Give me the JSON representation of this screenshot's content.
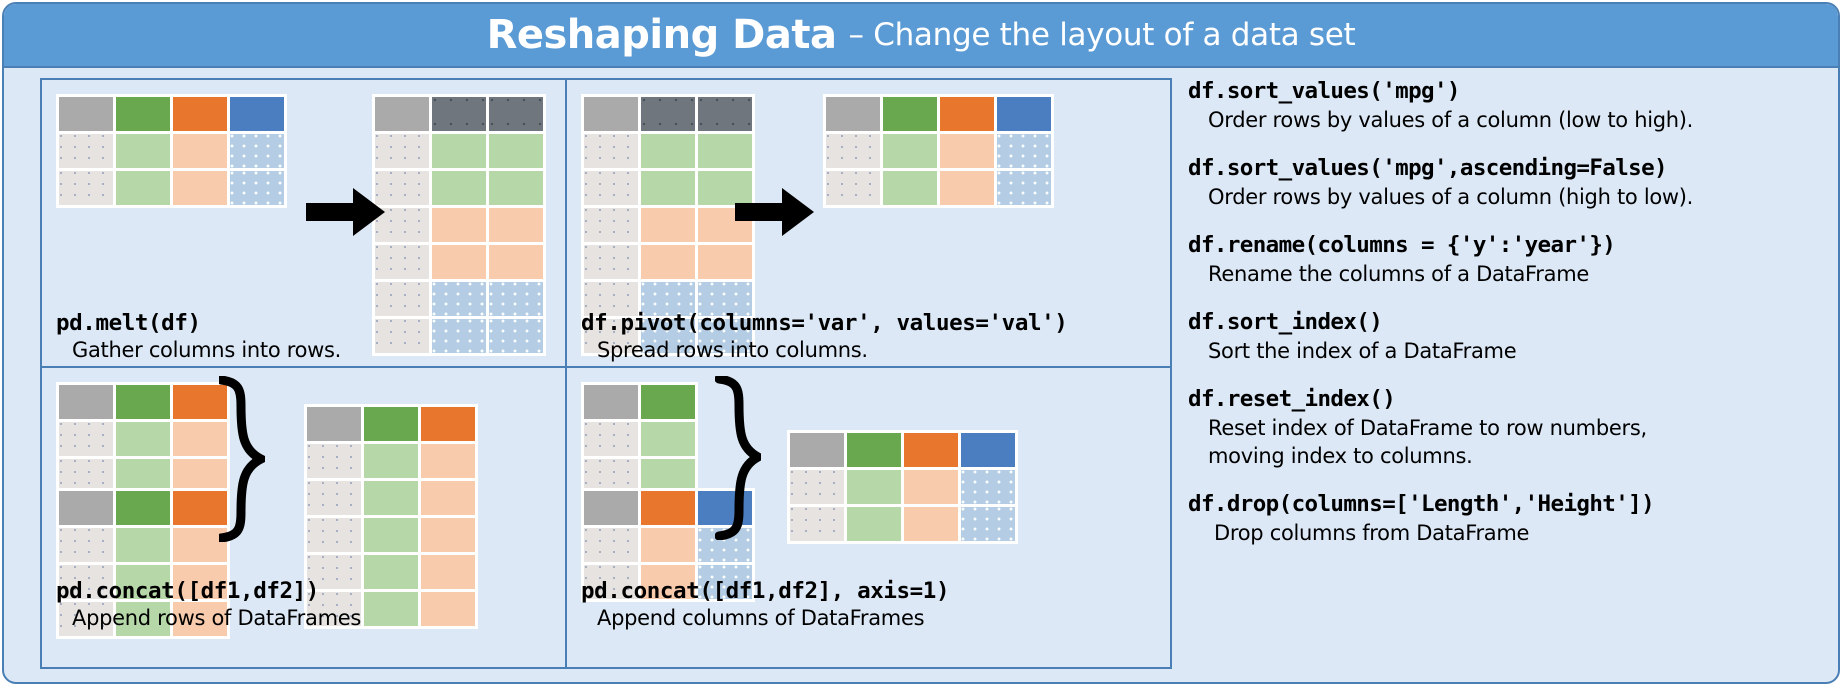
{
  "header": {
    "title": "Reshaping Data",
    "subtitle": "– Change the layout of a data set",
    "bar_color": "#5b9bd5",
    "title_color": "#ffffff"
  },
  "theme": {
    "page_background": "#dce8f6",
    "border_color": "#4a7fb5",
    "grey_header": "#aaaaaa",
    "grey_header_dark": "#70767e",
    "green_header": "#6aa84f",
    "orange_header": "#e8762c",
    "blue_header": "#4a7ec1",
    "grey_body": "#e6e3e0",
    "green_body": "#b6d7a8",
    "orange_body": "#f9cbad",
    "blue_body": "#b4cde4"
  },
  "panels": [
    {
      "id": "melt",
      "code": "pd.melt(df)",
      "desc": "Gather columns into rows.",
      "arrow": "right-arrow",
      "source_table": {
        "rows": 3,
        "cols": 4,
        "header": [
          "grey",
          "green",
          "orange",
          "blue"
        ],
        "body": [
          "grey-dots",
          "green",
          "orange",
          "blue-dots"
        ]
      },
      "result_table": {
        "rows": 7,
        "cols": 3,
        "header": [
          "grey",
          "grey-dark",
          "grey-dark"
        ],
        "body_groups": [
          "green",
          "green",
          "orange",
          "orange",
          "blue",
          "blue"
        ]
      }
    },
    {
      "id": "pivot",
      "code": "df.pivot(columns='var', values='val')",
      "desc": "Spread rows into columns.",
      "arrow": "right-arrow",
      "source_table": {
        "rows": 7,
        "cols": 3,
        "header": [
          "grey",
          "grey-dark",
          "grey-dark"
        ],
        "body_groups": [
          "green",
          "green",
          "orange",
          "orange",
          "blue",
          "blue"
        ]
      },
      "result_table": {
        "rows": 3,
        "cols": 4,
        "header": [
          "grey",
          "green",
          "orange",
          "blue"
        ],
        "body": [
          "grey-dots",
          "green",
          "orange",
          "blue-dots"
        ]
      }
    },
    {
      "id": "concat-rows",
      "code": "pd.concat([df1,df2])",
      "desc": "Append rows of DataFrames",
      "brace": "right-curly-brace",
      "source_tables": [
        {
          "rows": 3,
          "cols": 3,
          "header": [
            "grey",
            "green",
            "orange"
          ]
        },
        {
          "rows": 4,
          "cols": 3,
          "header": [
            "grey",
            "green",
            "orange"
          ]
        }
      ],
      "result_table": {
        "rows": 6,
        "cols": 3,
        "header": [
          "grey",
          "green",
          "orange"
        ]
      }
    },
    {
      "id": "concat-cols",
      "code": "pd.concat([df1,df2], axis=1)",
      "desc": "Append columns of DataFrames",
      "brace": "right-curly-brace",
      "source_tables": [
        {
          "rows": 3,
          "cols": 2,
          "header": [
            "grey",
            "green"
          ]
        },
        {
          "rows": 3,
          "cols": 3,
          "header": [
            "grey",
            "orange",
            "blue"
          ]
        }
      ],
      "result_table": {
        "rows": 3,
        "cols": 4,
        "header": [
          "grey",
          "green",
          "orange",
          "blue"
        ]
      }
    }
  ],
  "functions": [
    {
      "signature": "df.sort_values('mpg')",
      "description": "Order rows by values of a column (low to high)."
    },
    {
      "signature": "df.sort_values('mpg',ascending=False)",
      "description": "Order rows by values of a column (high to low)."
    },
    {
      "signature": "df.rename(columns = {'y':'year'})",
      "description": "Rename the columns of a DataFrame"
    },
    {
      "signature": "df.sort_index()",
      "description": "Sort the index of a DataFrame"
    },
    {
      "signature": "df.reset_index()",
      "description": "Reset index of DataFrame to row numbers, moving index to columns."
    },
    {
      "signature": "df.drop(columns=['Length','Height'])",
      "description": "Drop columns from DataFrame"
    }
  ]
}
